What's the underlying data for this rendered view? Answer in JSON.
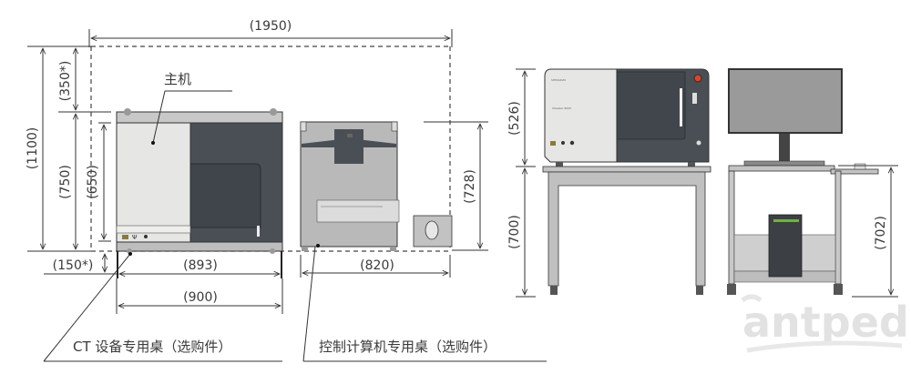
{
  "diagram": {
    "title": "CT equipment installation dimensions",
    "units": "mm",
    "colors": {
      "line": "#333333",
      "main_unit_light_panel": "#e6e6e4",
      "main_unit_dark_panel": "#4a4f55",
      "desk_gray": "#b4b4b4",
      "monitor_gray": "#9a9a9a",
      "indicator_red": "#d9442b",
      "pc_stripe_green": "#6db33f",
      "watermark": "#e2e2e2"
    },
    "front_view_labels": {
      "overall_width": "(1950)",
      "overall_height": "(1100)",
      "top_clearance": "(350*)",
      "desk_height": "(750)",
      "unit_height": "(650)",
      "side_clearance": "(150*)",
      "unit_width": "(893)",
      "desk_width": "(900)",
      "pc_desk_width": "(820)",
      "pc_desk_height": "(728)",
      "main_unit_callout": "主机"
    },
    "callouts": {
      "ct_desk": "CT 设备专用桌（选购件）",
      "pc_desk": "控制计算机专用桌（选购件）"
    },
    "side_view_labels": {
      "unit_height": "(526)",
      "desk_height": "(700)",
      "pc_desk_height": "(702)"
    },
    "device_text": {
      "brand": "SHIMADZU",
      "model": "XSeeker 8000"
    },
    "icons": [
      "radiation-warning-icon",
      "key-icon",
      "power-dial-icon",
      "emergency-stop-icon",
      "mouse-icon",
      "keyboard-icon",
      "monitor-icon",
      "pc-tower-icon"
    ],
    "watermark": "antpedia"
  }
}
